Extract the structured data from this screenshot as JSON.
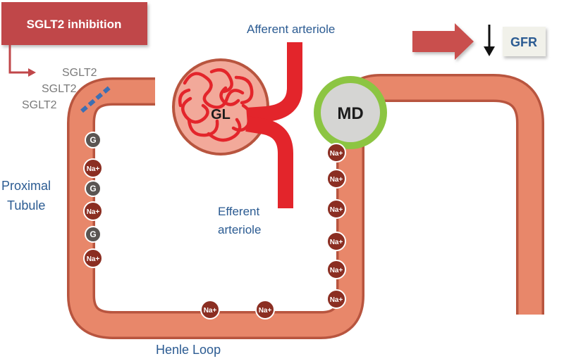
{
  "inhibition_box": {
    "label": "SGLT2 inhibition"
  },
  "sglt2_labels": [
    "SGLT2",
    "SGLT2",
    "SGLT2"
  ],
  "afferent": {
    "label": "Afferent arteriole"
  },
  "efferent": {
    "line1": "Efferent",
    "line2": "arteriole"
  },
  "glomerulus": {
    "label": "GL"
  },
  "macula_densa": {
    "label": "MD"
  },
  "gfr": {
    "label": "GFR",
    "direction": "down"
  },
  "proximal_tubule": {
    "line1": "Proximal",
    "line2": "Tubule"
  },
  "henle_loop": {
    "label": "Henle Loop"
  },
  "particles": {
    "glucose_label": "G",
    "sodium_label": "Na+",
    "proximal_sequence": [
      "G",
      "Na+",
      "G",
      "Na+",
      "G",
      "Na+"
    ],
    "ascending_sodium_count": 6,
    "bottom_sodium_count": 2
  },
  "colors": {
    "tubule_fill": "#e8876a",
    "tubule_edge": "#b8553f",
    "box_red": "#c0474a",
    "arrow_red": "#c9504e",
    "vessel_red": "#e3252b",
    "md_green": "#8cc542",
    "md_fill": "#d5d5d3",
    "glucose_fill": "#5a5552",
    "sodium_fill": "#8b2e22",
    "gfr_box": "#f1f1ea",
    "label_blue": "#2b5b92",
    "sglt2_dash": "#3d6fb3"
  }
}
